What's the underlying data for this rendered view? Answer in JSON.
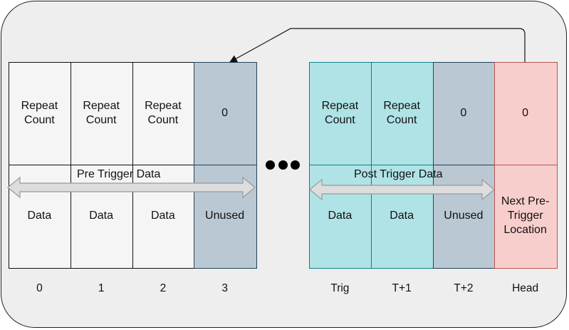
{
  "colors": {
    "pre_cell": "#f5f5f5",
    "pre_border": "#111111",
    "unused_cell": "#bac8d3",
    "unused_border": "#23445d",
    "post_cell": "#b0e3e6",
    "post_border": "#0e8088",
    "head_cell": "#f8cecc",
    "head_border": "#b85450"
  },
  "pre_block": {
    "span_label": "Pre Trigger Data",
    "columns": [
      {
        "top": "Repeat\nCount",
        "bottom": "Data",
        "index": "0",
        "style": "pre"
      },
      {
        "top": "Repeat\nCount",
        "bottom": "Data",
        "index": "1",
        "style": "pre"
      },
      {
        "top": "Repeat\nCount",
        "bottom": "Data",
        "index": "2",
        "style": "pre"
      },
      {
        "top": "0",
        "bottom": "Unused",
        "index": "3",
        "style": "unused"
      }
    ]
  },
  "post_block": {
    "span_label": "Post Trigger Data",
    "columns": [
      {
        "top": "Repeat\nCount",
        "bottom": "Data",
        "index": "Trig",
        "style": "post"
      },
      {
        "top": "Repeat\nCount",
        "bottom": "Data",
        "index": "T+1",
        "style": "post"
      },
      {
        "top": "0",
        "bottom": "Unused",
        "index": "T+2",
        "style": "unused"
      },
      {
        "top": "0",
        "bottom": "Next Pre-\nTrigger\nLocation",
        "index": "Head",
        "style": "head"
      }
    ]
  },
  "ellipsis_icon": "ellipsis-icon"
}
